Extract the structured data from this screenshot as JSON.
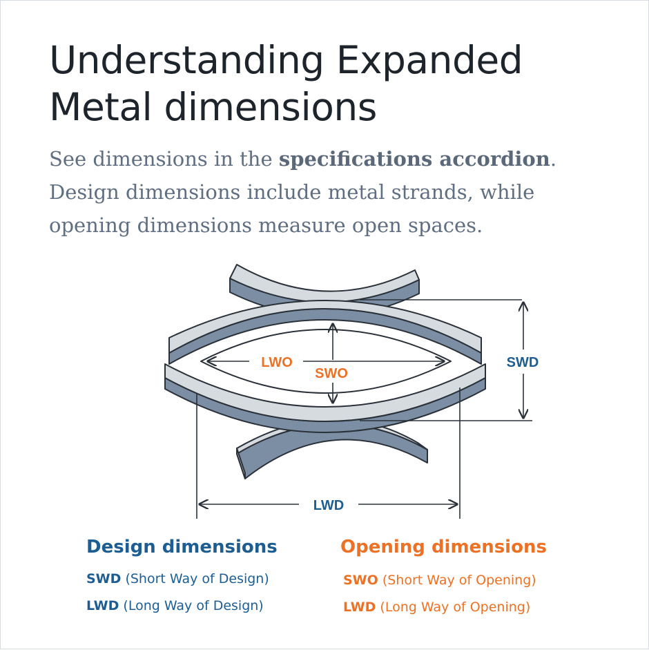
{
  "title": {
    "line1": "Understanding Expanded",
    "line2": "Metal dimensions"
  },
  "intro": {
    "part1": "See dimensions in the ",
    "bold": "specifications accordion",
    "part2": ". Design dimensions include metal strands, while opening dimensions measure open spaces."
  },
  "diagram": {
    "labels": {
      "lwo": "LWO",
      "swo": "SWO",
      "swd": "SWD",
      "lwd": "LWD"
    }
  },
  "legend": {
    "design": {
      "heading": "Design dimensions",
      "items": [
        {
          "abbr": "SWD",
          "desc": " (Short Way of Design)"
        },
        {
          "abbr": "LWD",
          "desc": " (Long Way of Design)"
        }
      ]
    },
    "opening": {
      "heading": "Opening dimensions",
      "items": [
        {
          "abbr": "SWO",
          "desc": " (Short Way of Opening)"
        },
        {
          "abbr": "LWD",
          "desc": " (Long Way of Opening)"
        }
      ]
    }
  },
  "colors": {
    "title": "#1d242c",
    "intro": "#5f6e80",
    "design_blue": "#1d5d91",
    "opening_orange": "#ec7125",
    "strand_top": "#d6dbe0",
    "strand_side": "#7b8ea3",
    "outline": "#2a3038"
  }
}
